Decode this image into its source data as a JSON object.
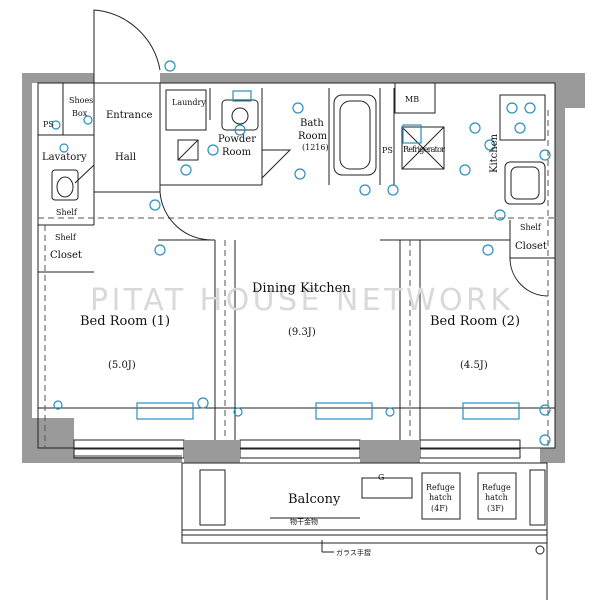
{
  "watermark": "PITAT HOUSE NETWORK",
  "rooms": {
    "entrance": "Entrance",
    "shoes_box_1": "Shoes",
    "shoes_box_2": "Box",
    "ps_left": "PS",
    "hall": "Hall",
    "lavatory": "Lavatory",
    "shelf_lav": "Shelf",
    "shelf_closet_a": "Shelf",
    "closet_a": "Closet",
    "laundry": "Laundry",
    "powder_1": "Powder",
    "powder_2": "Room",
    "bath_1": "Bath",
    "bath_2": "Room",
    "bath_size": "(1216)",
    "ps_mid": "PS",
    "mb": "MB",
    "refrigerator": "Refrigerator",
    "kitchen": "Kitchen",
    "shelf_closet_b": "Shelf",
    "closet_b": "Closet",
    "bed1_name": "Bed Room (1)",
    "bed1_size": "(5.0J)",
    "dining_name": "Dining Kitchen",
    "dining_size": "(9.3J)",
    "bed2_name": "Bed Room (2)",
    "bed2_size": "(4.5J)",
    "balcony": "Balcony",
    "refuge_a_1": "Refuge",
    "refuge_a_2": "hatch",
    "refuge_a_3": "(4F)",
    "refuge_b_1": "Refuge",
    "refuge_b_2": "hatch",
    "refuge_b_3": "(3F)",
    "drying_hardware": "物干金物",
    "glass_handrail": "ガラス手摺",
    "gas_meter": "G"
  },
  "colors": {
    "wall": "#9a9a9a",
    "equipment": "#2a8fbf",
    "line": "#222222",
    "watermark": "#d9d9d9"
  }
}
